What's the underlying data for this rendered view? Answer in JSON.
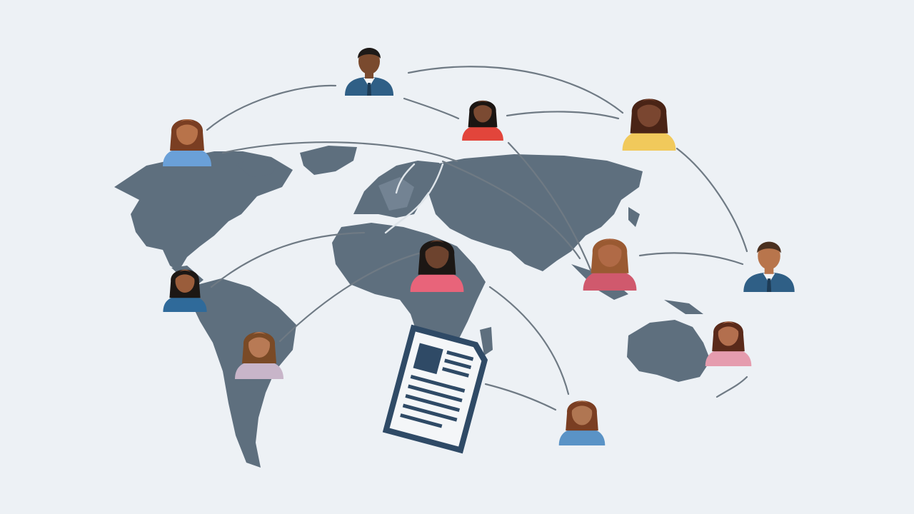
{
  "scene": {
    "subject": "people-connected-across-world-map",
    "background_color": "#edf1f5",
    "map_color": "#5e6f7e",
    "line_color": "#6f7a84"
  },
  "people": [
    {
      "id": "person-north-america",
      "gender": "female",
      "shirt": "#6aa0d8",
      "skin": "#b8734a",
      "hair": "#7a3e22"
    },
    {
      "id": "person-top-center",
      "gender": "male",
      "shirt": "#2f5f86",
      "skin": "#7a4a2e",
      "hair": "#1e1a18"
    },
    {
      "id": "person-europe",
      "gender": "female",
      "shirt": "#e2453b",
      "skin": "#7b4a32",
      "hair": "#1b1512"
    },
    {
      "id": "person-top-right",
      "gender": "female",
      "shirt": "#f1c95b",
      "skin": "#7a4630",
      "hair": "#4a2416"
    },
    {
      "id": "person-central-america",
      "gender": "female",
      "shirt": "#2f6a9a",
      "skin": "#9a5d3b",
      "hair": "#1c1714"
    },
    {
      "id": "person-africa",
      "gender": "female",
      "shirt": "#e8647a",
      "skin": "#6d432e",
      "hair": "#1c1714"
    },
    {
      "id": "person-asia",
      "gender": "female",
      "shirt": "#d0596d",
      "skin": "#b06a46",
      "hair": "#9a5a32"
    },
    {
      "id": "person-right",
      "gender": "male",
      "shirt": "#2f5f86",
      "skin": "#b8754c",
      "hair": "#4a3020"
    },
    {
      "id": "person-south-america",
      "gender": "female",
      "shirt": "#c8b5c9",
      "skin": "#b87a55",
      "hair": "#7a4a26"
    },
    {
      "id": "person-australia",
      "gender": "female",
      "shirt": "#e59cae",
      "skin": "#b36f4e",
      "hair": "#5a2a1a"
    },
    {
      "id": "person-bottom",
      "gender": "female",
      "shirt": "#5a93c6",
      "skin": "#b07652",
      "hair": "#7a3e22"
    }
  ],
  "document_icon": "newspaper-document-icon"
}
